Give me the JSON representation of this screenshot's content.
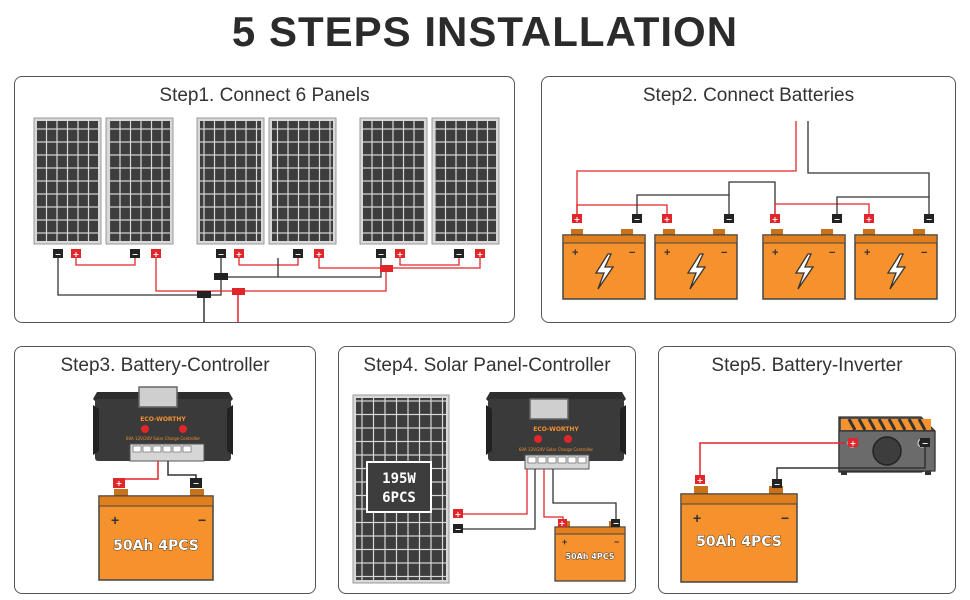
{
  "header": {
    "title": "5 STEPS INSTALLATION"
  },
  "steps": [
    {
      "title": "Step1. Connect 6 Panels"
    },
    {
      "title": "Step2. Connect Batteries"
    },
    {
      "title": "Step3. Battery-Controller"
    },
    {
      "title": "Step4. Solar Panel-Controller"
    },
    {
      "title": "Step5. Battery-Inverter"
    }
  ],
  "controller": {
    "brand": "ECO-WORTHY",
    "subtitle": "60A 12V/24V Solar Charge Controller"
  },
  "battery_label": "50Ah 4PCS",
  "panel_label": {
    "line1": "195W",
    "line2": "6PCS"
  },
  "terminal_symbols": {
    "positive": "+",
    "negative": "−"
  },
  "colors": {
    "battery_orange": "#f5922e",
    "positive_wire": "#e0262b",
    "negative_wire": "#333333",
    "panel_cell": "#3d3d3d"
  },
  "icons": [
    "lightning-icon",
    "positive-terminal-icon",
    "negative-terminal-icon",
    "solar-panel-icon",
    "charge-controller-icon",
    "inverter-icon",
    "battery-icon"
  ]
}
